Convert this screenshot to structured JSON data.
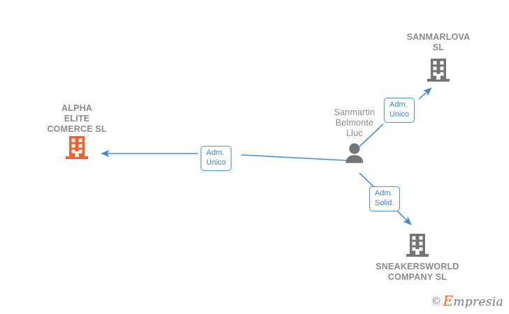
{
  "diagram": {
    "type": "corporate-relationship-graph",
    "background": "#ffffff",
    "colors": {
      "company_orange": "#f4612c",
      "company_gray": "#757575",
      "person_gray": "#757575",
      "edge_blue": "#4a90d9",
      "label_text": "#8a8a8a",
      "tag_text": "#3f86d0",
      "tag_border": "#4a90d9"
    },
    "nodes": [
      {
        "id": "alpha-elite",
        "kind": "company",
        "icon": "building-icon",
        "icon_color": "#f4612c",
        "label": "ALPHA\nELITE\nCOMERCE  SL",
        "label_position": "above"
      },
      {
        "id": "sanmarlova",
        "kind": "company",
        "icon": "building-icon",
        "icon_color": "#757575",
        "label": "SANMARLOVA\nSL",
        "label_position": "above"
      },
      {
        "id": "person-sanmartin",
        "kind": "person",
        "icon": "person-icon",
        "icon_color": "#757575",
        "label": "Sanmartin\nBelmonte\nLluc",
        "label_position": "above"
      },
      {
        "id": "sneakersworld",
        "kind": "company",
        "icon": "building-icon",
        "icon_color": "#757575",
        "label": "SNEAKERSWORLD\nCOMPANY  SL",
        "label_position": "below"
      }
    ],
    "edges": [
      {
        "id": "edge-to-alpha-elite",
        "from": "person-sanmartin",
        "to": "alpha-elite",
        "tag": "Adm.\nUnico",
        "arrow": "to"
      },
      {
        "id": "edge-to-sanmarlova",
        "from": "person-sanmartin",
        "to": "sanmarlova",
        "tag": "Adm.\nUnico",
        "arrow": "to"
      },
      {
        "id": "edge-to-sneakersworld",
        "from": "person-sanmartin",
        "to": "sneakersworld",
        "tag": "Adm.\nSolid.",
        "arrow": "to"
      }
    ]
  },
  "watermark": {
    "copyright_symbol": "©",
    "brand_initial": "E",
    "brand_rest": "mpresia"
  }
}
